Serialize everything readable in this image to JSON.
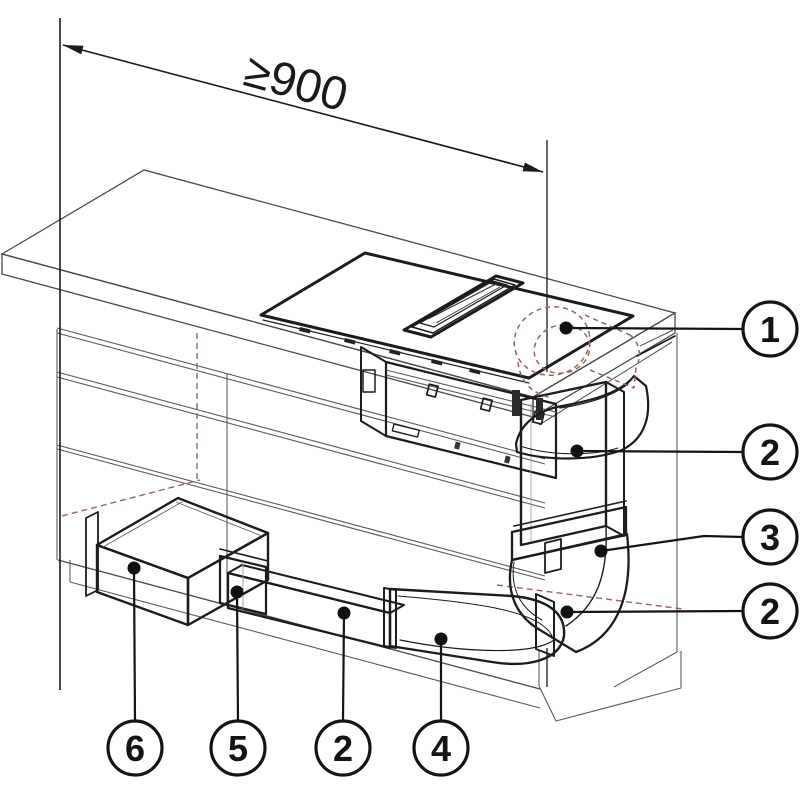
{
  "dimension": {
    "label": "≥900"
  },
  "callouts": {
    "items": [
      {
        "label": "1"
      },
      {
        "label": "2"
      },
      {
        "label": "3"
      },
      {
        "label": "2"
      },
      {
        "label": "6"
      },
      {
        "label": "5"
      },
      {
        "label": "2"
      },
      {
        "label": "4"
      }
    ]
  },
  "colors": {
    "line": "#1c1c1c",
    "cabinet_line": "#5c5c5c",
    "hidden_line_accent": "#96655a",
    "cooktop_glass": "#c7c7c7",
    "duct_fill": "#f0f0f0",
    "silencer_top": "#d3d3d3",
    "silencer_front": "#bdbdbd",
    "background": "#ffffff"
  }
}
